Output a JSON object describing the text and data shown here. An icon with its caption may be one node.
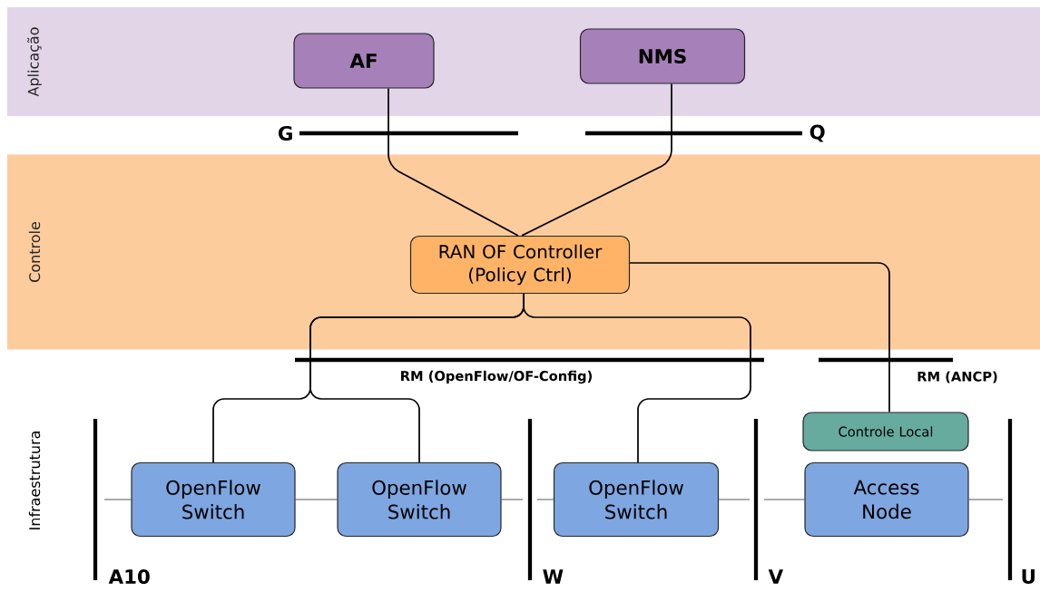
{
  "diagram": {
    "nodes": [
      {
        "text": [
          "Aplicação"
        ]
      },
      {
        "text": [
          "AF"
        ],
        "in": 0
      },
      {
        "text": [
          "NMS"
        ],
        "in": 0
      },
      {
        "text": [
          "Controle"
        ]
      },
      {
        "text": [
          "RAN OF Controller (Policy Ctrl)"
        ],
        "in": 3
      },
      {
        "text": [
          "OpenFlow Switch"
        ]
      },
      {
        "text": [
          "OpenFlow Switch"
        ]
      },
      {
        "text": [
          "OpenFlow Switch"
        ]
      },
      {
        "text": [
          "Controle Local"
        ]
      },
      {
        "text": [
          "Access Node"
        ]
      }
    ],
    "edges": [
      {
        "from": 1,
        "to": 4,
        "arrow": "none"
      },
      {
        "from": 2,
        "to": 4,
        "arrow": "none"
      },
      {
        "from": 4,
        "to": 5,
        "arrow": "none"
      },
      {
        "from": 4,
        "to": 6,
        "arrow": "none"
      },
      {
        "from": 4,
        "to": 7,
        "arrow": "none"
      },
      {
        "from": 4,
        "to": 8,
        "arrow": "none"
      },
      {
        "from": 5,
        "to": null,
        "arrow": "none"
      },
      {
        "from": 5,
        "to": 6,
        "arrow": "none"
      },
      {
        "from": 6,
        "to": null,
        "arrow": "none"
      },
      {
        "from": null,
        "to": 7,
        "arrow": "none"
      },
      {
        "from": 7,
        "to": null,
        "arrow": "none"
      },
      {
        "from": null,
        "to": 9,
        "arrow": "none"
      },
      {
        "from": 9,
        "to": null,
        "arrow": "none"
      }
    ],
    "labels": [
      "G",
      "Q",
      "RM (OpenFlow/OF-Config)",
      "RM (ANCP)",
      "Infraestrutura",
      "A10",
      "W",
      "V",
      "U"
    ]
  }
}
